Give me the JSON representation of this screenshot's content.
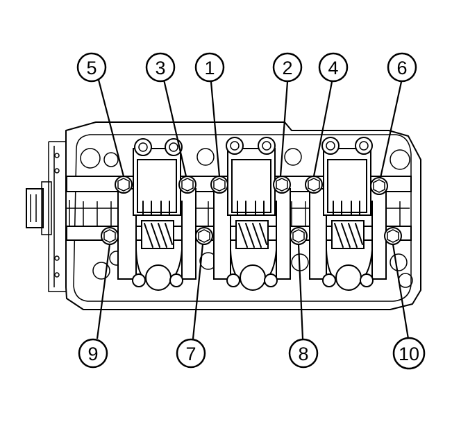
{
  "diagram": {
    "bolt_labels": [
      {
        "id": "5",
        "text": "5"
      },
      {
        "id": "3",
        "text": "3"
      },
      {
        "id": "1",
        "text": "1"
      },
      {
        "id": "2",
        "text": "2"
      },
      {
        "id": "4",
        "text": "4"
      },
      {
        "id": "6",
        "text": "6"
      },
      {
        "id": "9",
        "text": "9"
      },
      {
        "id": "7",
        "text": "7"
      },
      {
        "id": "8",
        "text": "8"
      },
      {
        "id": "10",
        "text": "10"
      }
    ],
    "line_color": "#000000",
    "background_color": "#ffffff"
  }
}
